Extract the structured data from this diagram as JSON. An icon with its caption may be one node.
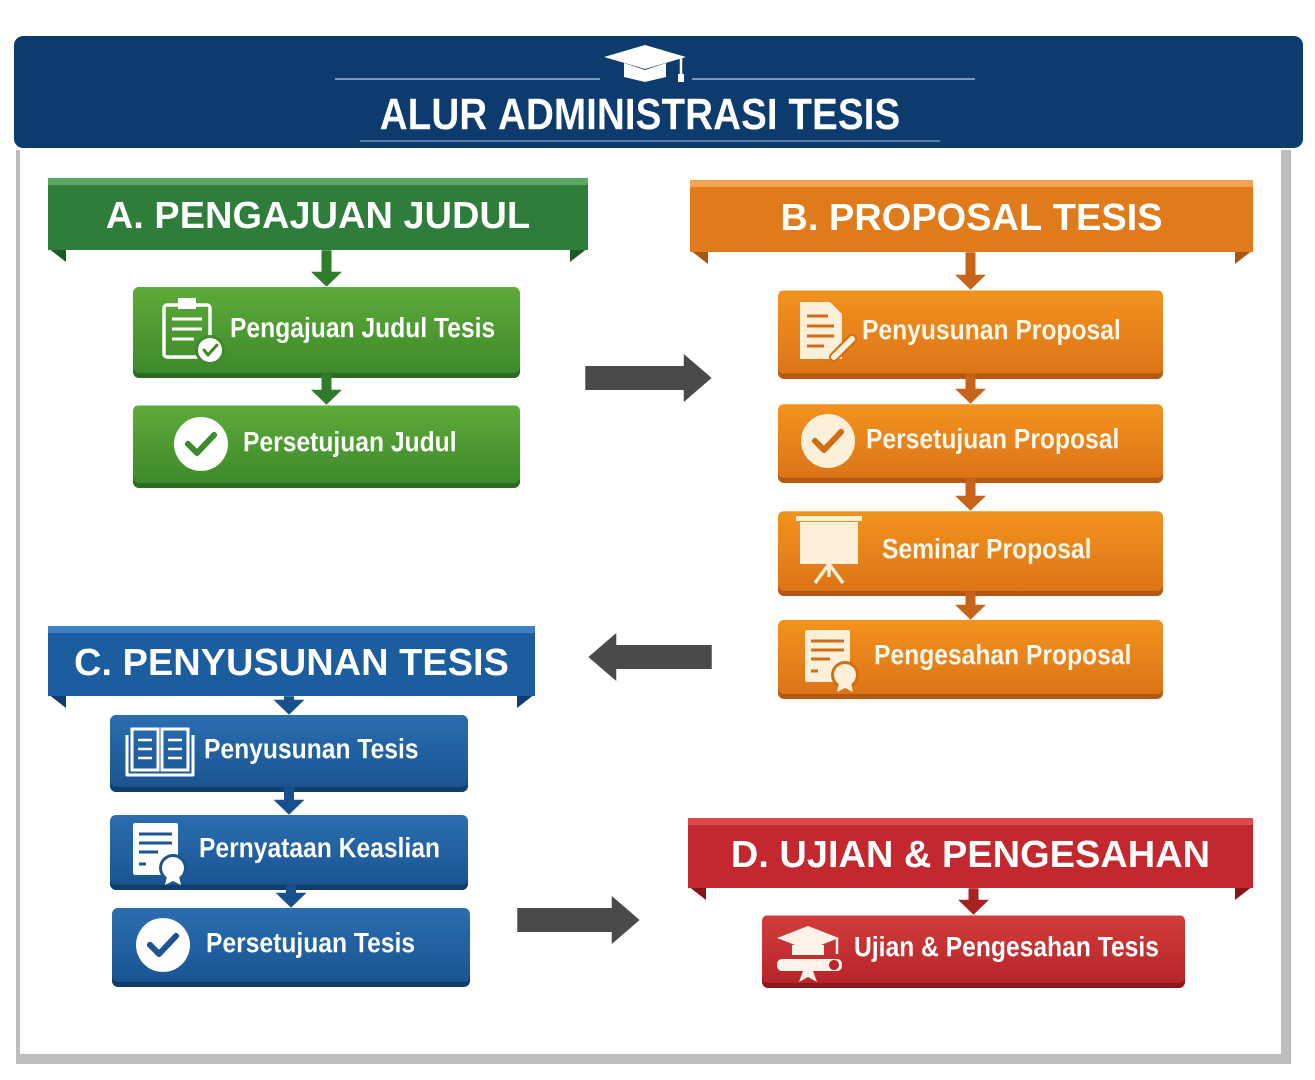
{
  "diagram": {
    "title": "ALUR ADMINISTRASI TESIS",
    "nodes": [
      {
        "text": [
          "A. PENGAJUAN JUDUL"
        ]
      },
      {
        "text": [
          "Pengajuan Judul Tesis"
        ]
      },
      {
        "text": [
          "Persetujuan Judul"
        ]
      },
      {
        "text": [
          "B. PROPOSAL TESIS"
        ]
      },
      {
        "text": [
          "Penyusunan Proposal"
        ]
      },
      {
        "text": [
          "Persetujuan Proposal"
        ]
      },
      {
        "text": [
          "Seminar Proposal"
        ]
      },
      {
        "text": [
          "Pengesahan Proposal"
        ]
      },
      {
        "text": [
          "C. PENYUSUNAN TESIS"
        ]
      },
      {
        "text": [
          "Penyusunan Tesis"
        ]
      },
      {
        "text": [
          "Pernyataan Keaslian"
        ]
      },
      {
        "text": [
          "Persetujuan Tesis"
        ]
      },
      {
        "text": [
          "D. UJIAN & PENGESAHAN"
        ]
      },
      {
        "text": [
          "Ujian & Pengesahan Tesis"
        ]
      }
    ],
    "edges": [
      {
        "from": 0,
        "to": 1,
        "arrow": "to",
        "color": "#2f7d2b"
      },
      {
        "from": 1,
        "to": 2,
        "arrow": "to",
        "color": "#2f7d2b"
      },
      {
        "from": 1,
        "to": 4,
        "arrow": "to",
        "style": "thick",
        "color": "#4a4a4a"
      },
      {
        "from": 3,
        "to": 4,
        "arrow": "to",
        "color": "#c8641a"
      },
      {
        "from": 4,
        "to": 5,
        "arrow": "to",
        "color": "#c8641a"
      },
      {
        "from": 5,
        "to": 6,
        "arrow": "to",
        "color": "#c8641a"
      },
      {
        "from": 6,
        "to": 7,
        "arrow": "to",
        "color": "#c8641a"
      },
      {
        "from": 7,
        "to": 8,
        "arrow": "to",
        "style": "thick",
        "color": "#4a4a4a"
      },
      {
        "from": 8,
        "to": 9,
        "arrow": "to",
        "color": "#17508c"
      },
      {
        "from": 9,
        "to": 10,
        "arrow": "to",
        "color": "#17508c"
      },
      {
        "from": 10,
        "to": 11,
        "arrow": "to",
        "color": "#17508c"
      },
      {
        "from": 11,
        "to": 12,
        "arrow": "to",
        "style": "thick",
        "color": "#4a4a4a"
      },
      {
        "from": 12,
        "to": 13,
        "arrow": "to",
        "color": "#a8221f"
      }
    ]
  }
}
